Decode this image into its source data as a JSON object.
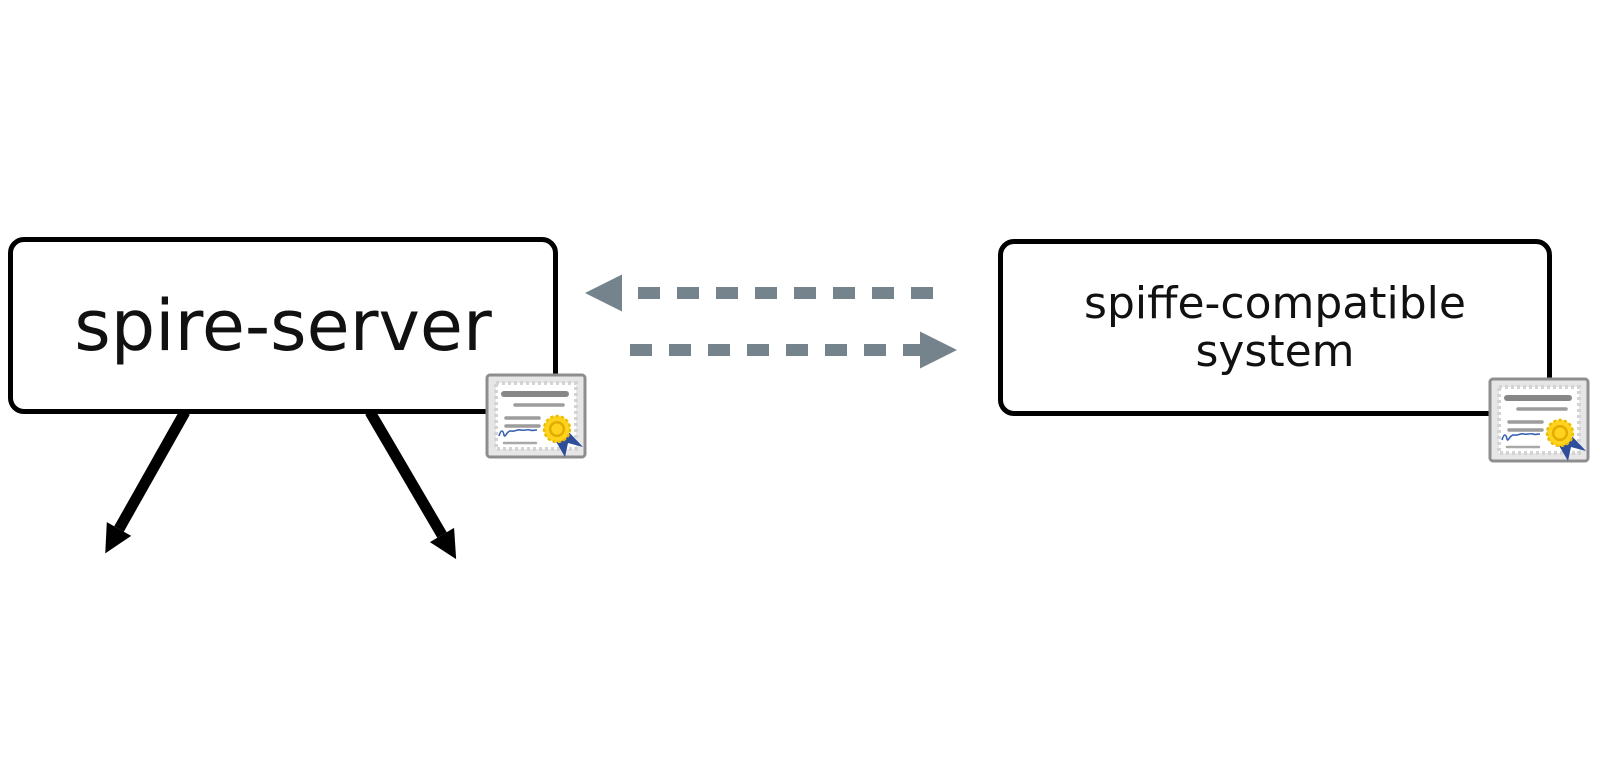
{
  "diagram": {
    "nodes": [
      {
        "id": "spire-server",
        "label": "spire-server"
      },
      {
        "id": "spiffe-compatible-system",
        "label": "spiffe-compatible system",
        "label_lines": [
          "spiffe-compatible",
          "system"
        ]
      }
    ],
    "edges": [
      {
        "from": "spiffe-compatible-system",
        "to": "spire-server",
        "style": "dashed",
        "direction": "left"
      },
      {
        "from": "spire-server",
        "to": "spiffe-compatible-system",
        "style": "dashed",
        "direction": "right"
      },
      {
        "from": "spire-server",
        "style": "solid",
        "direction": "down-left"
      },
      {
        "from": "spire-server",
        "style": "solid",
        "direction": "down-right"
      }
    ],
    "icons": [
      {
        "name": "certificate-icon",
        "attached_to": "spire-server"
      },
      {
        "name": "certificate-icon",
        "attached_to": "spiffe-compatible-system"
      }
    ]
  },
  "colors": {
    "background": "#FFFFFF",
    "node_border": "#000000",
    "node_fill": "#FFFFFF",
    "node_text": "#111111",
    "dashed_arrow": "#75838D",
    "solid_arrow": "#000000",
    "cert_frame": "#E6E6E6",
    "cert_frame_border": "#8E8E8E",
    "cert_text_line": "#9C9C9C",
    "cert_title_line": "#878787",
    "cert_signature": "#3A62B0",
    "cert_seal_gold": "#FFD21E",
    "cert_ribbon_blue": "#2E4D9B"
  }
}
